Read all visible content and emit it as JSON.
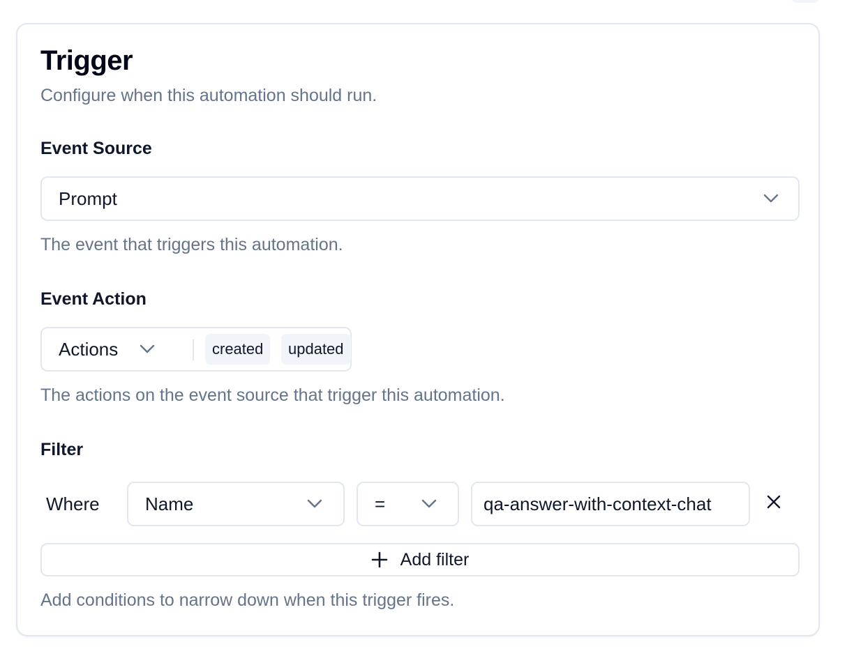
{
  "trigger": {
    "title": "Trigger",
    "description": "Configure when this automation should run."
  },
  "event_source": {
    "label": "Event Source",
    "selected": "Prompt",
    "help": "The event that triggers this automation."
  },
  "event_action": {
    "label": "Event Action",
    "selector_label": "Actions",
    "chips": [
      "created",
      "updated"
    ],
    "help": "The actions on the event source that trigger this automation."
  },
  "filter": {
    "label": "Filter",
    "where_label": "Where",
    "field": "Name",
    "operator": "=",
    "value": "qa-answer-with-context-chat",
    "add_label": "Add filter",
    "help": "Add conditions to narrow down when this trigger fires."
  },
  "icons": {
    "chevron": "chevron-down-icon",
    "remove": "close-icon",
    "add": "plus-icon"
  },
  "colors": {
    "border": "#e2e8f0",
    "muted_text": "#64748b",
    "chip_bg": "#f1f5f9",
    "text": "#0f172a"
  }
}
